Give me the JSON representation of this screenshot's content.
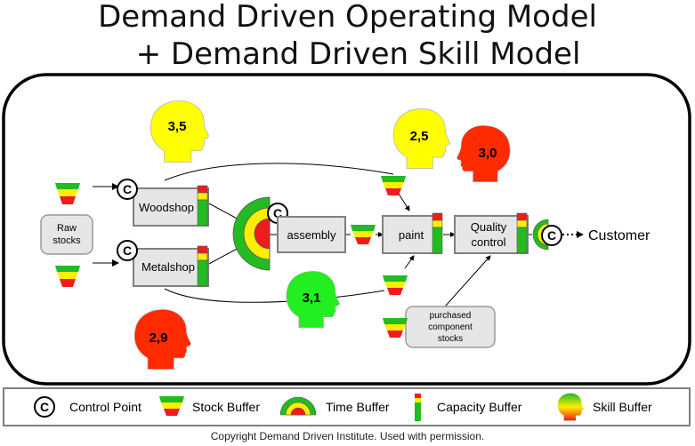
{
  "title": {
    "line1": "Demand Driven Operating Model",
    "line2": "+ Demand Driven Skill Model"
  },
  "nodes": {
    "raw_stocks_1": "Raw",
    "raw_stocks_2": "stocks",
    "woodshop": "Woodshop",
    "metalshop": "Metalshop",
    "assembly": "assembly",
    "paint": "paint",
    "quality_control_1": "Quality",
    "quality_control_2": "control",
    "purchased_1": "purchased",
    "purchased_2": "component",
    "purchased_3": "stocks",
    "customer": "Customer"
  },
  "control_point_symbol": "C",
  "skill_heads": {
    "woodshop_skill": "3,5",
    "paint_skill": "2,5",
    "quality_skill": "3,0",
    "assembly_skill": "3,1",
    "metalshop_skill": "2,9"
  },
  "legend": {
    "control_point": "Control Point",
    "stock_buffer": "Stock Buffer",
    "time_buffer": "Time Buffer",
    "capacity_buffer": "Capacity Buffer",
    "skill_buffer": "Skill Buffer"
  },
  "colors": {
    "red": "#ee1c1c",
    "yellow": "#ffee00",
    "green": "#22bb22",
    "head_yellow": "#ffff00",
    "head_red": "#ff2a00",
    "head_green": "#22ee22",
    "box_fill": "#e6e6e6",
    "box_stroke": "#808080"
  },
  "copyright": "Copyright Demand Driven Institute. Used with permission."
}
